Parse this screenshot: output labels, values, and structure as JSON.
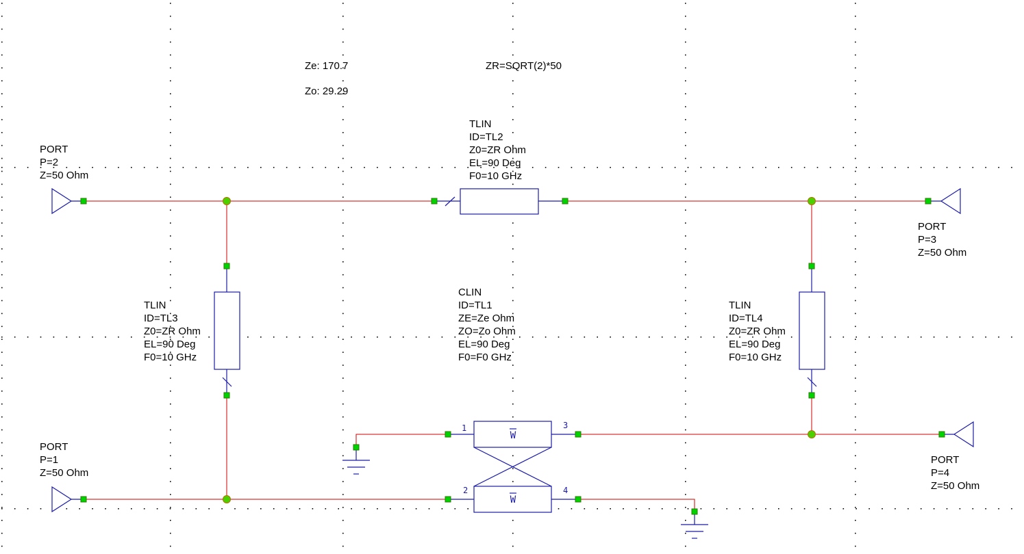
{
  "colors": {
    "wire": "#d00000",
    "component": "#1a1aa8",
    "node": "#00d400",
    "grid_dot": "#000000"
  },
  "equations": {
    "ze": "Ze: 170.7",
    "zo": "Zo: 29.29",
    "zr": "ZR=SQRT(2)*50"
  },
  "ports": {
    "p2": {
      "l1": "PORT",
      "l2": "P=2",
      "l3": "Z=50 Ohm"
    },
    "p3": {
      "l1": "PORT",
      "l2": "P=3",
      "l3": "Z=50 Ohm"
    },
    "p1": {
      "l1": "PORT",
      "l2": "P=1",
      "l3": "Z=50 Ohm"
    },
    "p4": {
      "l1": "PORT",
      "l2": "P=4",
      "l3": "Z=50 Ohm"
    }
  },
  "tl2": {
    "l1": "TLIN",
    "l2": "ID=TL2",
    "l3": "Z0=ZR Ohm",
    "l4": "EL=90 Deg",
    "l5": "F0=10 GHz"
  },
  "tl3": {
    "l1": "TLIN",
    "l2": "ID=TL3",
    "l3": "Z0=ZR Ohm",
    "l4": "EL=90 Deg",
    "l5": "F0=10 GHz"
  },
  "tl4": {
    "l1": "TLIN",
    "l2": "ID=TL4",
    "l3": "Z0=ZR Ohm",
    "l4": "EL=90 Deg",
    "l5": "F0=10 GHz"
  },
  "tl1": {
    "l1": "CLIN",
    "l2": "ID=TL1",
    "l3": "ZE=Ze Ohm",
    "l4": "ZO=Zo Ohm",
    "l5": "EL=90 Deg",
    "l6": "F0=F0 GHz"
  },
  "clin_pins": {
    "n1": "1",
    "n2": "2",
    "n3": "3",
    "n4": "4",
    "w": "W"
  }
}
